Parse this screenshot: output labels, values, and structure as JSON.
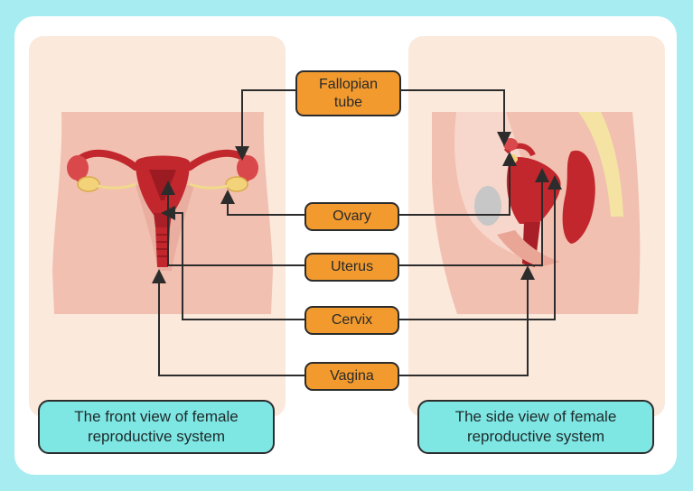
{
  "labels": {
    "fallopian_tube": "Fallopian tube",
    "ovary": "Ovary",
    "uterus": "Uterus",
    "cervix": "Cervix",
    "vagina": "Vagina"
  },
  "captions": {
    "front": "The front view of female reproductive system",
    "side": "The side view of female reproductive system"
  },
  "colors": {
    "outer_background": "#a6ecf1",
    "panel": "#fbe9dc",
    "label_fill": "#f29a2e",
    "caption_fill": "#7ee6e3",
    "tissue": "#c1272d",
    "skin": "#f2c0b0"
  }
}
